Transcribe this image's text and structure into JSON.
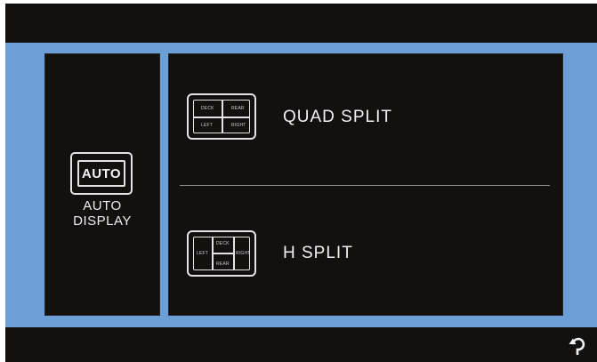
{
  "auto_display": {
    "icon_text": "AUTO",
    "label_line1": "AUTO",
    "label_line2": "DISPLAY"
  },
  "quad_split": {
    "label": "QUAD SPLIT",
    "icon_text": {
      "top_left": "DECK",
      "top_right": "REAR",
      "bottom_left": "LEFT",
      "bottom_right": "RIGHT"
    }
  },
  "h_split": {
    "label": "H SPLIT",
    "icon_text": {
      "left": "LEFT",
      "top": "DECK",
      "bottom": "REAR",
      "right": "RIGHT"
    }
  },
  "icons": {
    "return": "return-arrow-icon"
  },
  "colors": {
    "background": "#131010",
    "frame": "#6c9fd6",
    "text": "#f2f2f2"
  }
}
